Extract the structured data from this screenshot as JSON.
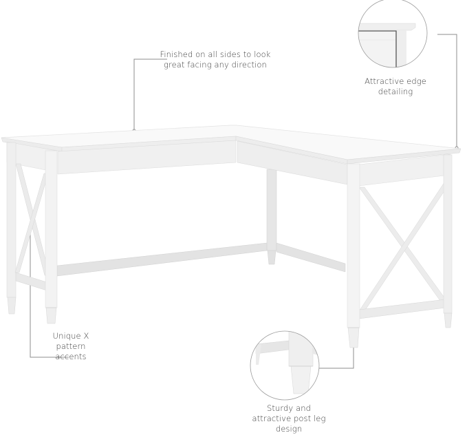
{
  "product": {
    "type": "L-shaped desk",
    "finish_color": "#f4f4f4"
  },
  "callouts": [
    {
      "id": "finished",
      "label": "Finished on all sides to look great facing any direction"
    },
    {
      "id": "edge",
      "label": "Attractive edge detailing"
    },
    {
      "id": "xpattern",
      "label": "Unique X pattern accents"
    },
    {
      "id": "post",
      "label": "Sturdy and attractive post leg design"
    }
  ],
  "colors": {
    "background": "#ffffff",
    "leader_line": "#8a8a8a",
    "text": "#3c3c3c",
    "desk_top": "#f7f7f7",
    "desk_shadow": "#d9d9d9"
  }
}
